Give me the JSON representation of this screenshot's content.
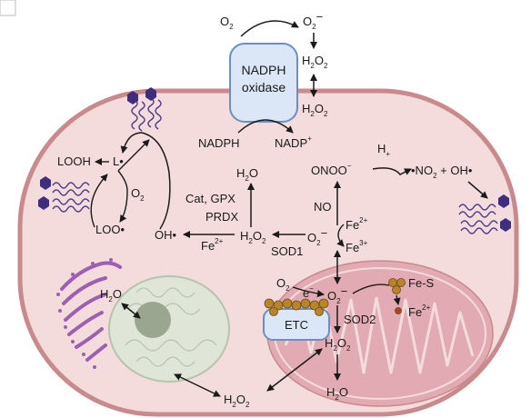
{
  "nadph_oxidase": {
    "line1": "NADPH",
    "line2": "oxidase"
  },
  "outside": {
    "o2": {
      "base": "O",
      "sub": "2"
    },
    "o2_radical": {
      "base": "O",
      "sub": "2",
      "sup": "−"
    },
    "h2o2": {
      "a": "H",
      "b": "2",
      "c": "O",
      "d": "2"
    }
  },
  "membrane_h2o2": {
    "a": "H",
    "b": "2",
    "c": "O",
    "d": "2"
  },
  "nadph": "NADPH",
  "nadp": {
    "base": "NADP",
    "sup": "+"
  },
  "lipid": {
    "looh": "LOOH",
    "l_radical": "L•",
    "o2": {
      "base": "O",
      "sub": "2"
    },
    "loo_radical": "LOO•"
  },
  "peroxide_path": {
    "h2o": {
      "a": "H",
      "b": "2",
      "c": "O"
    },
    "enzymes1": "Cat, GPX",
    "enzymes2": "PRDX",
    "h2o2": {
      "a": "H",
      "b": "2",
      "c": "O",
      "d": "2"
    },
    "oh_radical": "OH•",
    "fe2": {
      "base": "Fe",
      "sup": "2+"
    },
    "sod1": "SOD1"
  },
  "nitrogen": {
    "onoo": {
      "base": "ONOO",
      "sup": "−"
    },
    "no": "NO",
    "h_plus": {
      "base": "H",
      "sub": "+"
    },
    "products": {
      "a": "•NO",
      "b": "2",
      "c": " + OH•"
    }
  },
  "superoxide_center": {
    "o2_radical": {
      "base": "O",
      "sub": "2",
      "sup": "−"
    },
    "fe2": {
      "base": "Fe",
      "sup": "2+"
    },
    "fe3": {
      "base": "Fe",
      "sup": "3+"
    }
  },
  "mitochondria": {
    "o2": {
      "base": "O",
      "sub": "2"
    },
    "electron": {
      "base": "e",
      "sup": "−"
    },
    "etc": "ETC",
    "o2_radical": {
      "base": "O",
      "sub": "2",
      "sup": "−"
    },
    "fe_s": "Fe-S",
    "fe2": {
      "base": "Fe",
      "sup": "2+"
    },
    "sod2": "SOD2",
    "h2o2": {
      "a": "H",
      "b": "2",
      "c": "O",
      "d": "2"
    },
    "h2o": {
      "a": "H",
      "b": "2",
      "c": "O"
    }
  },
  "er_h2o2": {
    "a": "H",
    "b": "2",
    "c": "O",
    "d": "2"
  },
  "bottom_h2o2": {
    "a": "H",
    "b": "2",
    "c": "O",
    "d": "2"
  },
  "colors": {
    "cell_fill": "#f4dcdc",
    "cell_border": "#c98a8d",
    "mitochondria": "#e2aab2",
    "nucleus": "#dfe6d8",
    "er": "#9c5fb3",
    "oxidase_fill": "#dbe7f7",
    "oxidase_border": "#6b8fc2",
    "lipid_head": "#3f2d7e",
    "etc_particles": "#b9842a"
  }
}
